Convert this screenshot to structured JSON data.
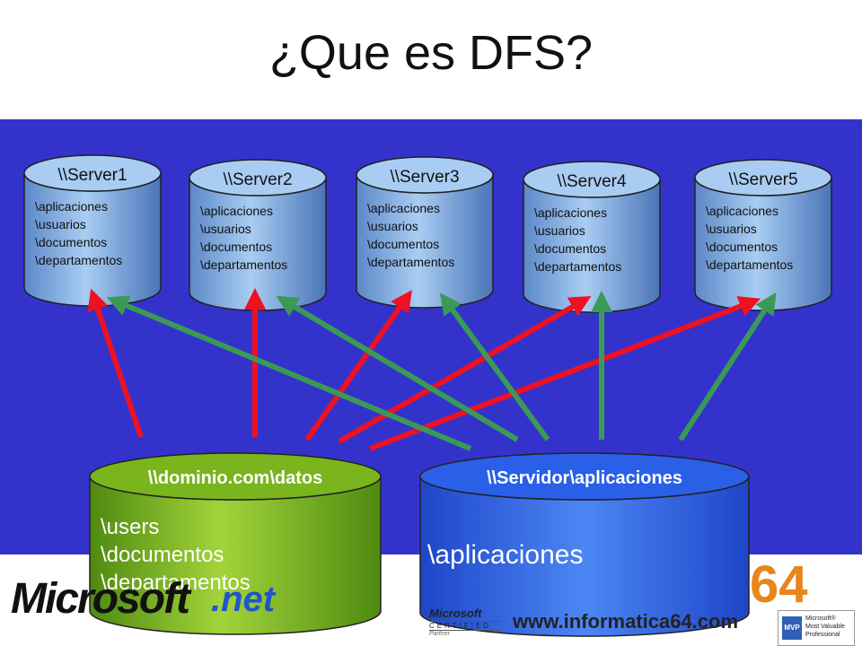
{
  "title": "¿Que es DFS?",
  "servers": [
    {
      "name": "\\\\Server1",
      "folders": [
        "\\aplicaciones",
        "\\usuarios",
        "\\documentos",
        "\\departamentos"
      ]
    },
    {
      "name": "\\\\Server2",
      "folders": [
        "\\aplicaciones",
        "\\usuarios",
        "\\documentos",
        "\\departamentos"
      ]
    },
    {
      "name": "\\\\Server3",
      "folders": [
        "\\aplicaciones",
        "\\usuarios",
        "\\documentos",
        "\\departamentos"
      ]
    },
    {
      "name": "\\\\Server4",
      "folders": [
        "\\aplicaciones",
        "\\usuarios",
        "\\documentos",
        "\\departamentos"
      ]
    },
    {
      "name": "\\\\Server5",
      "folders": [
        "\\aplicaciones",
        "\\usuarios",
        "\\documentos",
        "\\departamentos"
      ]
    }
  ],
  "roots": [
    {
      "name": "\\\\dominio.com\\datos",
      "folders": [
        "\\users",
        "\\documentos",
        "\\departamentos"
      ],
      "color": "#7ab51d"
    },
    {
      "name": "\\\\Servidor\\aplicaciones",
      "folders": [
        "\\aplicaciones"
      ],
      "color": "#2a60e8"
    }
  ],
  "colors": {
    "band": "#3333cc",
    "red_arrow": "#ee1122",
    "green_arrow": "#3a9a55",
    "server_fill": "#6f9fd8"
  },
  "footer": {
    "microsoft": "Microsoft",
    "net": ".net",
    "brand_number": "64",
    "url": "www.informatica64.com",
    "certified_ms": "Microsoft",
    "certified": "CERTIFIED",
    "partner": "Partner",
    "mvp_badge": "MVP",
    "mvp_line1": "Microsoft®",
    "mvp_line2": "Most Valuable",
    "mvp_line3": "Professional"
  }
}
